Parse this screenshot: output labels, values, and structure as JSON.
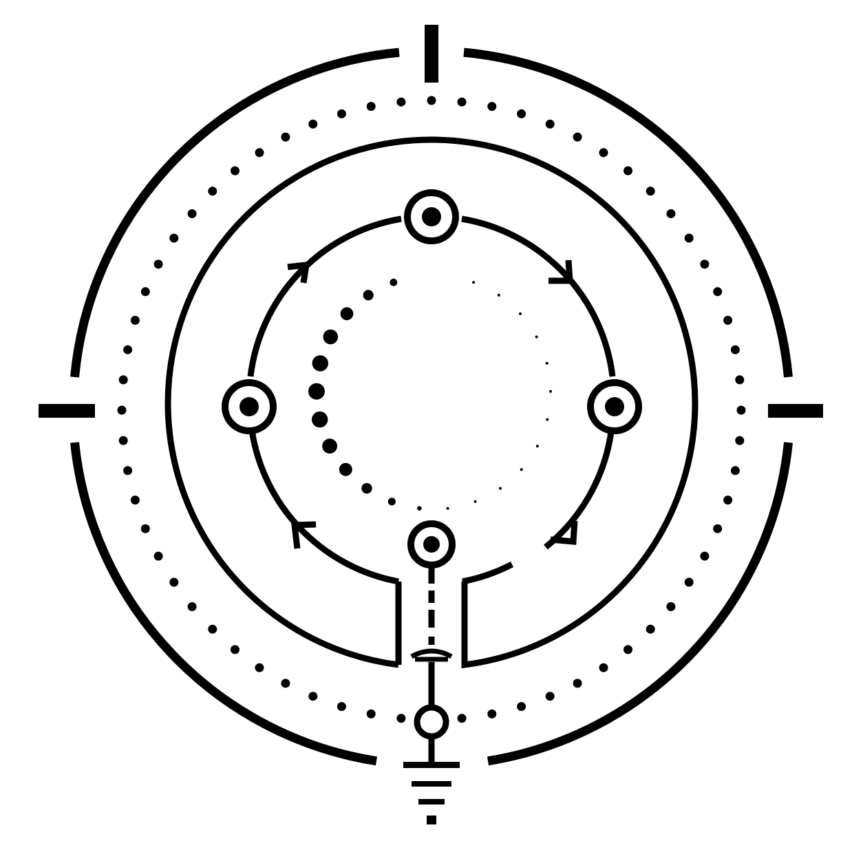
{
  "diagram": {
    "ink_color": "#000000",
    "background_color": "#ffffff",
    "nodes": [
      {
        "id": "top-node",
        "style": "ring-with-dot"
      },
      {
        "id": "left-node",
        "style": "ring-with-dot"
      },
      {
        "id": "right-node",
        "style": "ring-with-dot"
      },
      {
        "id": "bottom-node",
        "style": "ring-with-dot"
      },
      {
        "id": "lower-node",
        "style": "hollow-ring"
      }
    ],
    "icons": [
      "crosshair-tick-icon",
      "arrow-icon",
      "ground-symbol-icon"
    ],
    "flow_direction": "clockwise"
  }
}
